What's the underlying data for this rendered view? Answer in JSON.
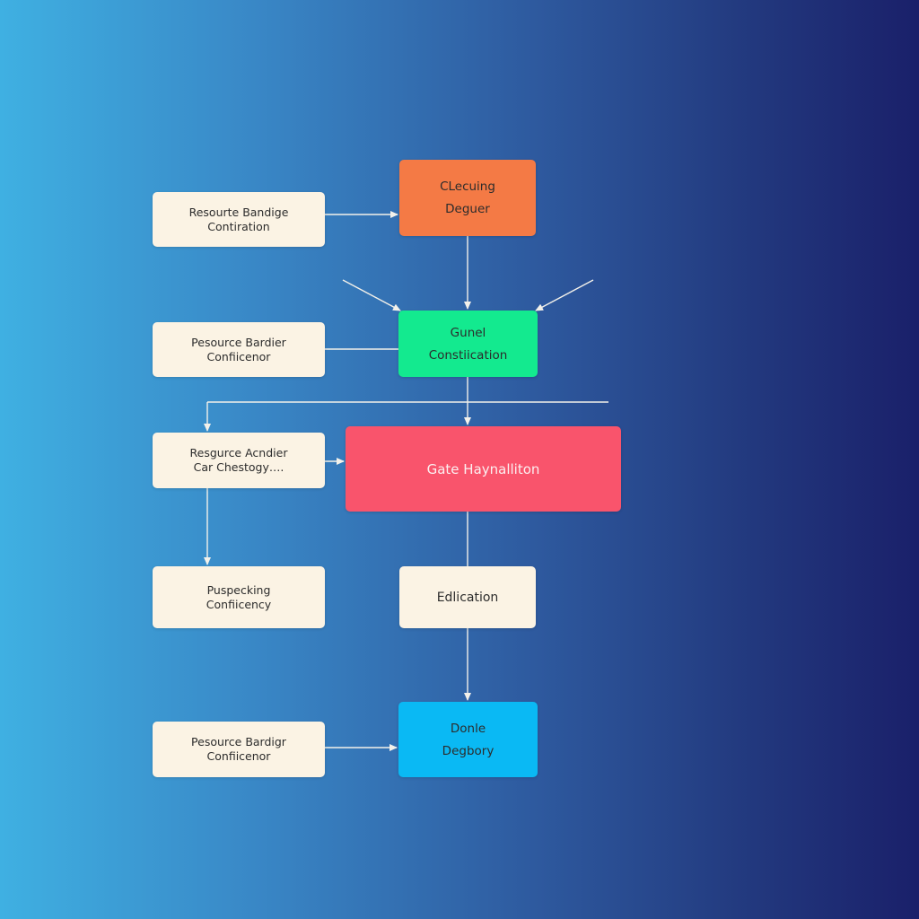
{
  "nodes": {
    "orange": {
      "line1": "CLecuing",
      "line2": "Deguer",
      "color": "#f47a45"
    },
    "green": {
      "line1": "Gunel",
      "line2": "Constiication",
      "color": "#13ea8f"
    },
    "red": {
      "label": "Gate Haynalliton",
      "color": "#f9546c"
    },
    "cream": {
      "label": "Edlication",
      "color": "#fbf3e4"
    },
    "blue": {
      "line1": "Donle",
      "line2": "Degbory",
      "color": "#0ab9f4"
    }
  },
  "side_boxes": [
    {
      "line1": "Resourte Bandige",
      "line2": "Contiration"
    },
    {
      "line1": "Pesource Bardier",
      "line2": "Confiicenor"
    },
    {
      "line1": "Resgurce Acndier",
      "line2": "Car Chestogy…."
    },
    {
      "line1": "Puspecking",
      "line2": "Confiicency"
    },
    {
      "line1": "Pesource Bardigr",
      "line2": "Confiicenor"
    }
  ],
  "colors": {
    "background_start": "#3fb0e2",
    "background_end": "#1a206a",
    "connector": "#f3f1ea",
    "side_box": "#fbf3e4"
  }
}
